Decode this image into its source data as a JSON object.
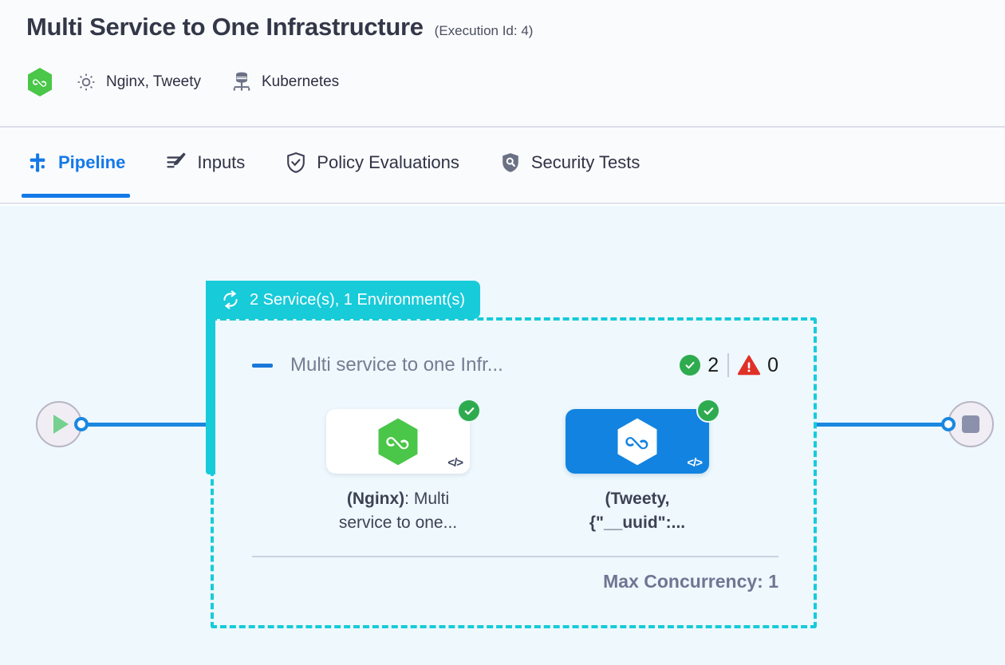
{
  "header": {
    "title": "Multi Service to One Infrastructure",
    "execution_id_label": "(Execution Id: 4)",
    "brand_icon": "hexagon-infinity-logo",
    "services_icon": "gear-icon",
    "services_label": "Nginx, Tweety",
    "infrastructure_icon": "kubernetes-server-icon",
    "infrastructure_label": "Kubernetes"
  },
  "tabs": {
    "active": "Pipeline",
    "items": [
      {
        "label": "Pipeline",
        "icon": "pipeline-icon",
        "active": true
      },
      {
        "label": "Inputs",
        "icon": "inputs-edit-icon",
        "active": false
      },
      {
        "label": "Policy Evaluations",
        "icon": "shield-check-icon",
        "active": false
      },
      {
        "label": "Security Tests",
        "icon": "shield-search-icon",
        "active": false
      }
    ]
  },
  "pipeline": {
    "start_node": {
      "name": "start-node",
      "icon": "play-icon"
    },
    "end_node": {
      "name": "end-node",
      "icon": "stop-icon"
    },
    "stage_group": {
      "badge_icon": "loop-repeat-icon",
      "badge_label": "2 Service(s), 1 Environment(s)",
      "accent_color": "#17cbd9"
    },
    "stage": {
      "collapse_icon": "minus-icon",
      "name": "Multi service to one Infr...",
      "success_icon": "check-circle-icon",
      "success_count": "2",
      "warning_icon": "warning-triangle-icon",
      "warning_count": "0",
      "max_concurrency_label": "Max Concurrency: 1",
      "services": [
        {
          "name": "nginx-service-card",
          "icon": "hexagon-infinity-logo",
          "status_icon": "check-badge-icon",
          "code_icon": "code-brackets-icon",
          "label_bold": "(Nginx)",
          "label_rest": ": Multi service to one...",
          "card_color": "#ffffff"
        },
        {
          "name": "tweety-service-card",
          "icon": "hexagon-infinity-logo",
          "status_icon": "check-badge-icon",
          "code_icon": "code-brackets-icon",
          "label_bold": "(Tweety, {\"__uuid\":...",
          "label_rest": "",
          "card_color": "#1283e0"
        }
      ]
    }
  },
  "colors": {
    "accent_blue": "#1479e8",
    "accent_teal": "#17cbd9",
    "success_green": "#2eab4f",
    "error_red": "#e03127",
    "canvas_bg": "#eef8fd"
  }
}
